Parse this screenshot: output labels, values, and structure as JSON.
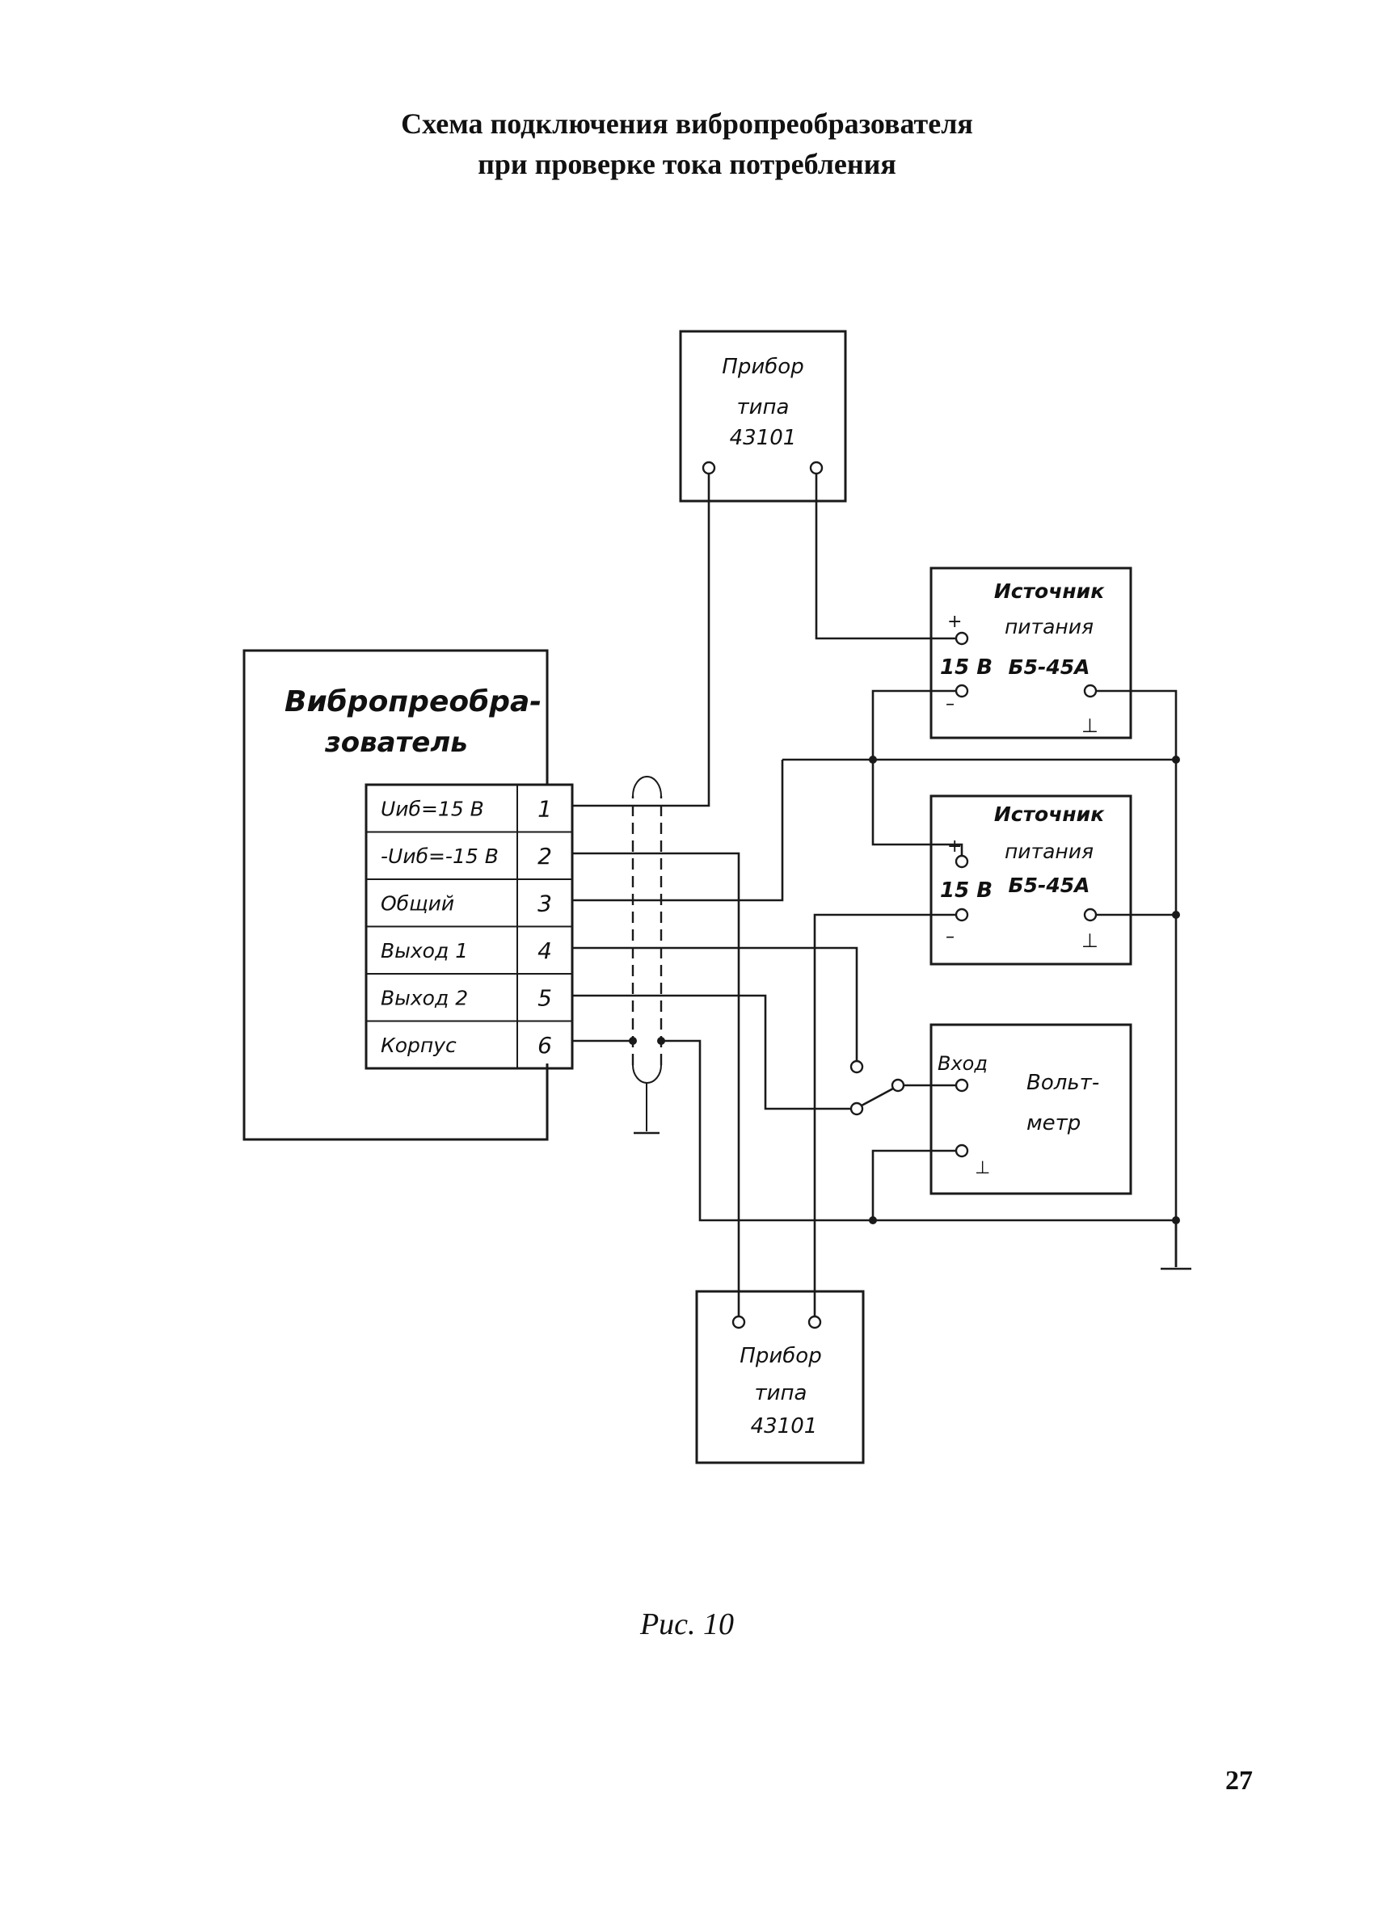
{
  "title": {
    "line1": "Схема подключения вибропреобразователя",
    "line2": "при проверке тока потребления"
  },
  "devices": {
    "meter_top": {
      "line1": "Прибор",
      "line2": "типа",
      "line3": "43101"
    },
    "meter_bottom": {
      "line1": "Прибор",
      "line2": "типа",
      "line3": "43101"
    },
    "psu_top": {
      "line1": "Источник",
      "line2": "питания",
      "line3": "Б5-45А",
      "plus": "+",
      "voltage": "15 В",
      "minus": "–",
      "ground": "⊥"
    },
    "psu_bottom": {
      "line1": "Источник",
      "line2": "питания",
      "line3": "Б5-45А",
      "plus": "+",
      "voltage": "15 В",
      "minus": "–",
      "ground": "⊥"
    },
    "voltmeter": {
      "line1": "Вольт-",
      "line2": "метр",
      "input": "Вход",
      "ground": "⊥"
    },
    "transducer": {
      "line1": "Вибропреобра-",
      "line2": "зователь"
    }
  },
  "connector": {
    "rows": [
      {
        "label": "Uиб=15 В",
        "pin": "1"
      },
      {
        "label": "-Uиб=-15 В",
        "pin": "2"
      },
      {
        "label": "Общий",
        "pin": "3"
      },
      {
        "label": "Выход 1",
        "pin": "4"
      },
      {
        "label": "Выход 2",
        "pin": "5"
      },
      {
        "label": "Корпус",
        "pin": "6"
      }
    ]
  },
  "caption": "Рис. 10",
  "page_number": "27"
}
